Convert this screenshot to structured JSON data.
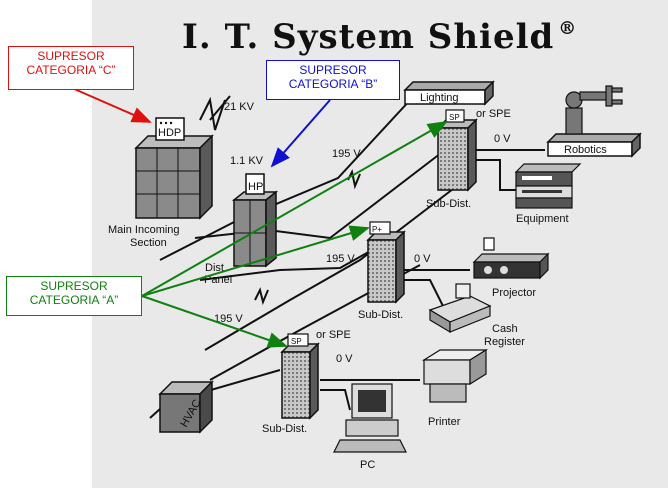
{
  "title": "I. T. System Shield",
  "title_mark": "®",
  "callouts": {
    "c": {
      "line1": "SUPRESOR",
      "line2": "CATEGORIA “C”",
      "color": "#e01010"
    },
    "b": {
      "line1": "SUPRESOR",
      "line2": "CATEGORIA “B”",
      "color": "#1010d0"
    },
    "a": {
      "line1": "SUPRESOR",
      "line2": "CATEGORIA “A”",
      "color": "#108010"
    }
  },
  "labels": {
    "kv21": "21 KV",
    "kv11": "1.1 KV",
    "hdp": "HDP",
    "hp": "HP",
    "main_incoming_1": "Main Incoming",
    "main_incoming_2": "Section",
    "dist_1": "Dist",
    "dist_2": "Panel",
    "lighting": "Lighting",
    "sp1": "SP",
    "or_spe_1": "or SPE",
    "v195_1": "195 V",
    "v0_1": "0 V",
    "robotics": "Robotics",
    "subdist_1": "Sub-Dist.",
    "equipment": "Equipment",
    "p_plus": "P+",
    "v195_2": "195 V",
    "v0_2": "0 V",
    "projector": "Projector",
    "subdist_2": "Sub-Dist.",
    "cash_1": "Cash",
    "cash_2": "Register",
    "v195_3": "195 V",
    "sp3": "SP",
    "or_spe_3": "or SPE",
    "v0_3": "0 V",
    "printer": "Printer",
    "hvac": "HVAC",
    "subdist_3": "Sub-Dist.",
    "pc": "PC"
  }
}
